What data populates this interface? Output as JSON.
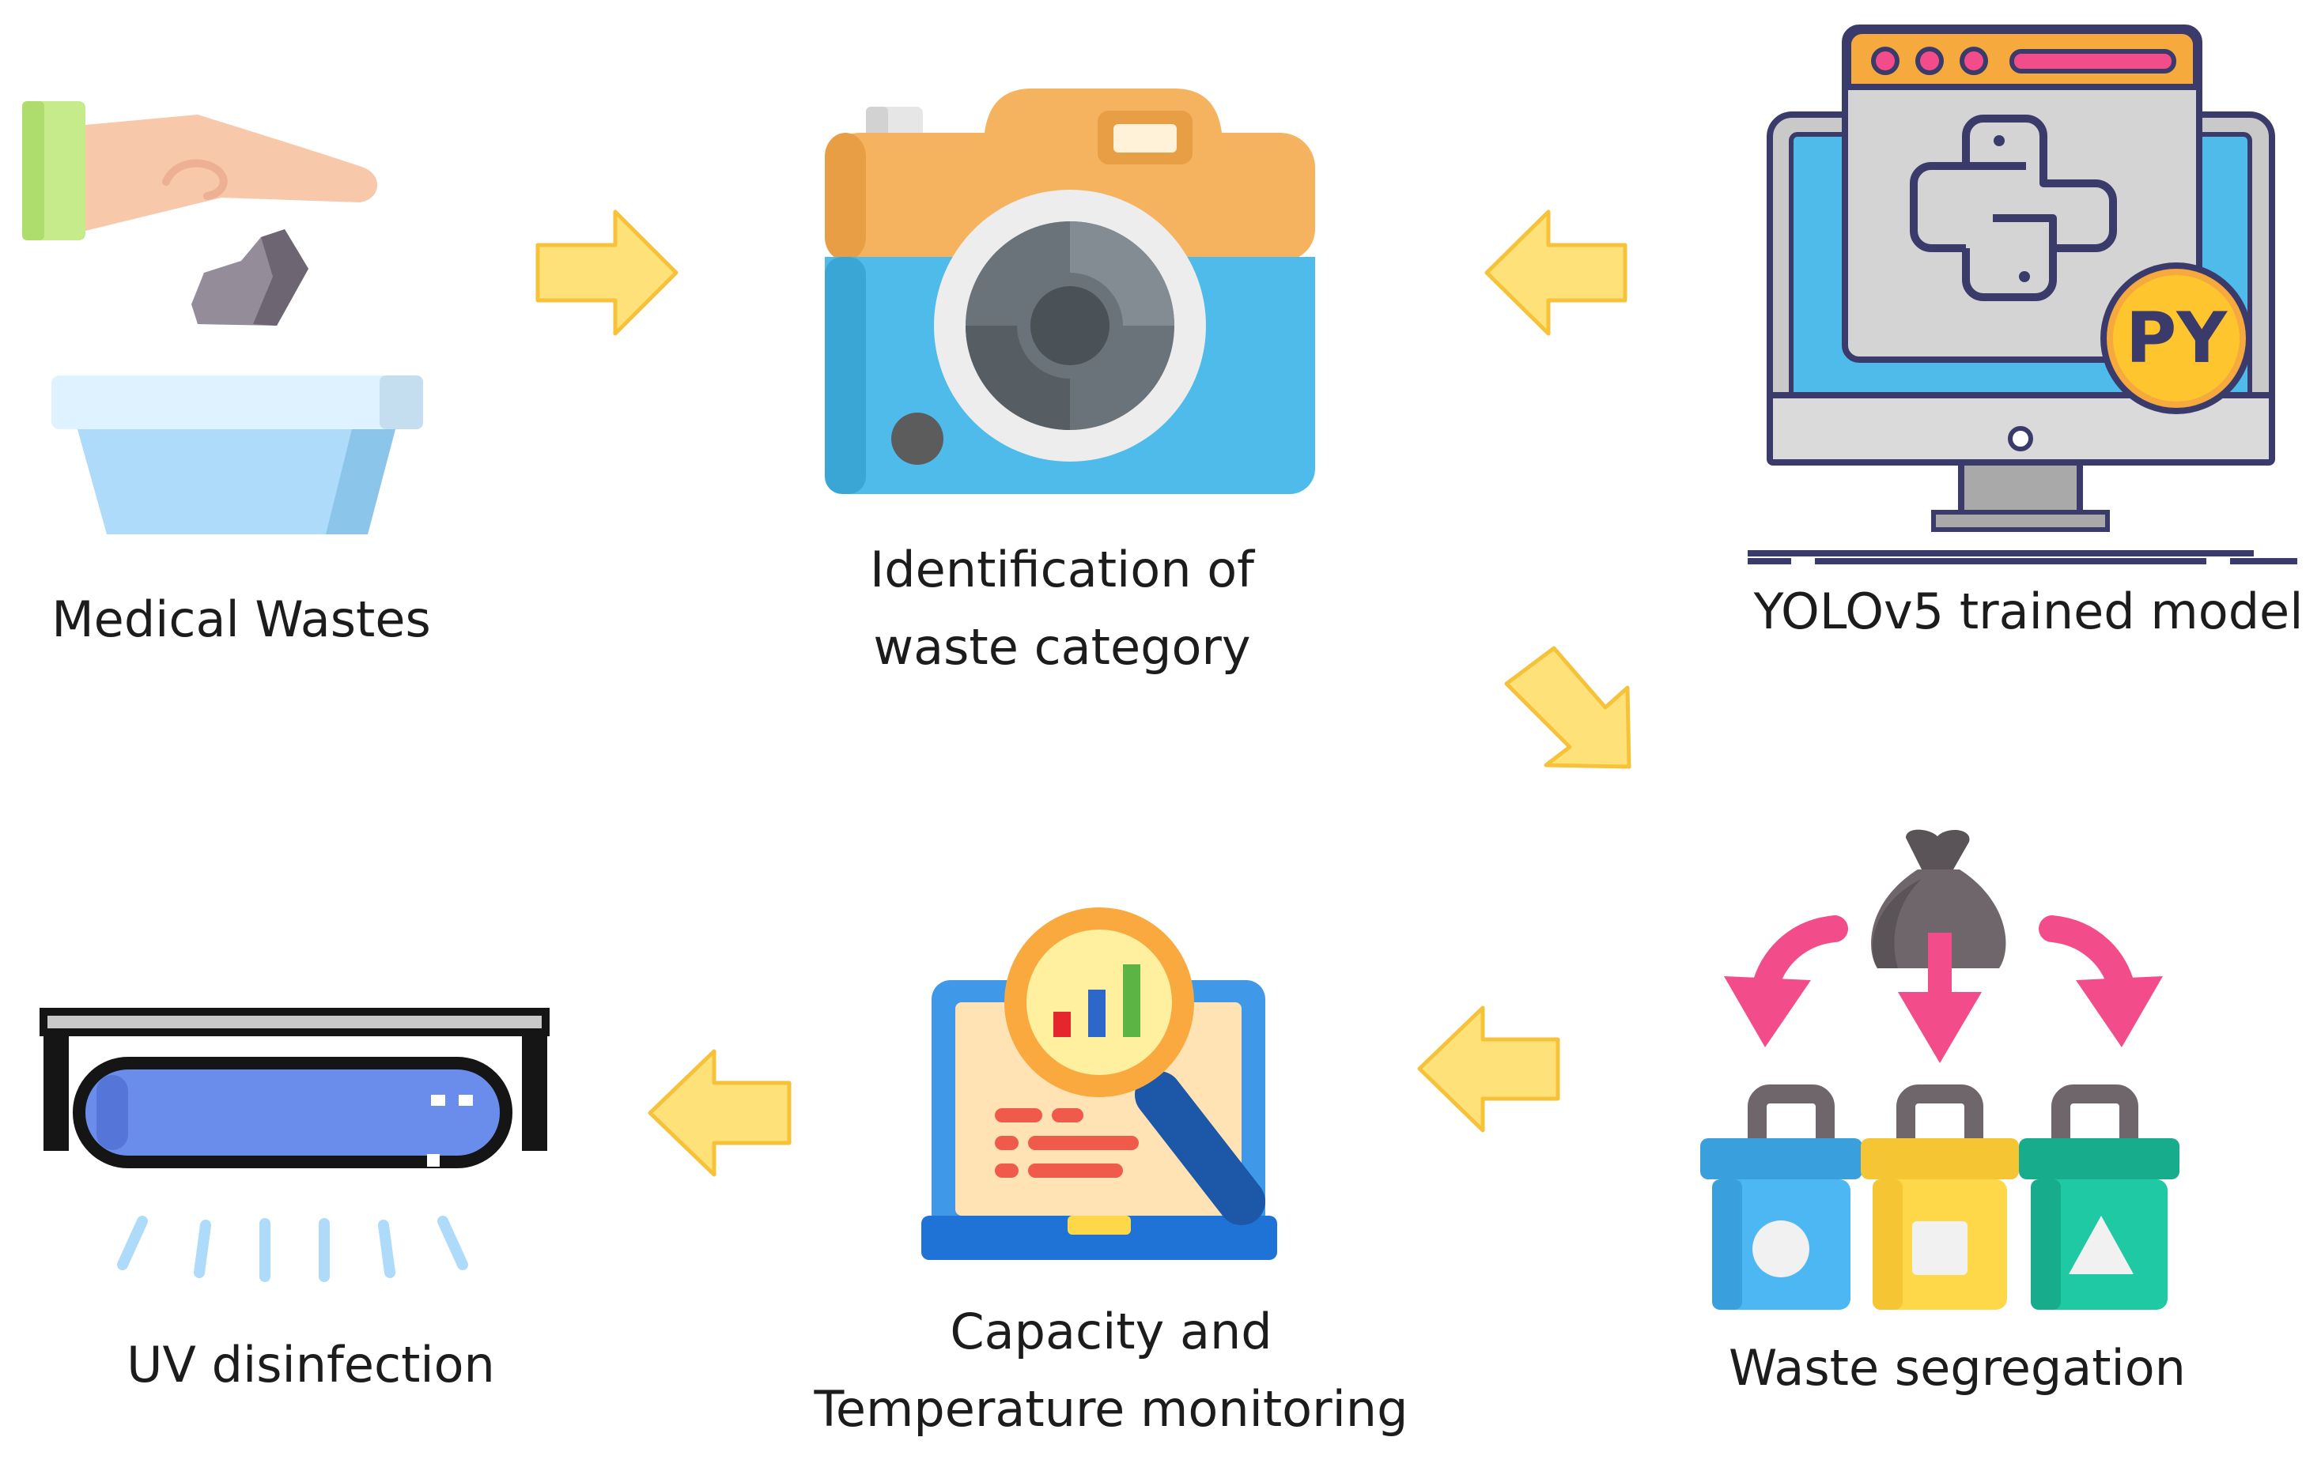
{
  "diagram": {
    "nodes": {
      "medical_wastes": {
        "label": "Medical Wastes"
      },
      "identification": {
        "label_line1": "Identification of",
        "label_line2": "waste category"
      },
      "yolo_model": {
        "label": "YOLOv5 trained model",
        "badge": "PY"
      },
      "waste_segregation": {
        "label": "Waste segregation"
      },
      "capacity_monitoring": {
        "label_line1": "Capacity and",
        "label_line2": "Temperature monitoring"
      },
      "uv_disinfection": {
        "label": "UV disinfection"
      }
    },
    "edges": [
      {
        "from": "medical_wastes",
        "to": "identification"
      },
      {
        "from": "yolo_model",
        "to": "identification"
      },
      {
        "from": "identification",
        "to": "waste_segregation"
      },
      {
        "from": "waste_segregation",
        "to": "capacity_monitoring"
      },
      {
        "from": "capacity_monitoring",
        "to": "uv_disinfection"
      }
    ],
    "colors": {
      "arrow_fill": "#FFE17A",
      "arrow_stroke": "#F5C23A",
      "camera_top": "#F6B35F",
      "camera_body": "#4FBBEB",
      "bin_blue": "#4CB7F2",
      "bin_yellow": "#FFD84A",
      "bin_green": "#1FC9A3",
      "sort_arrow": "#F24D8A",
      "uv_lamp": "#6A8DEB",
      "laptop": "#3F98E8",
      "magnifier": "#F9A93E"
    }
  }
}
